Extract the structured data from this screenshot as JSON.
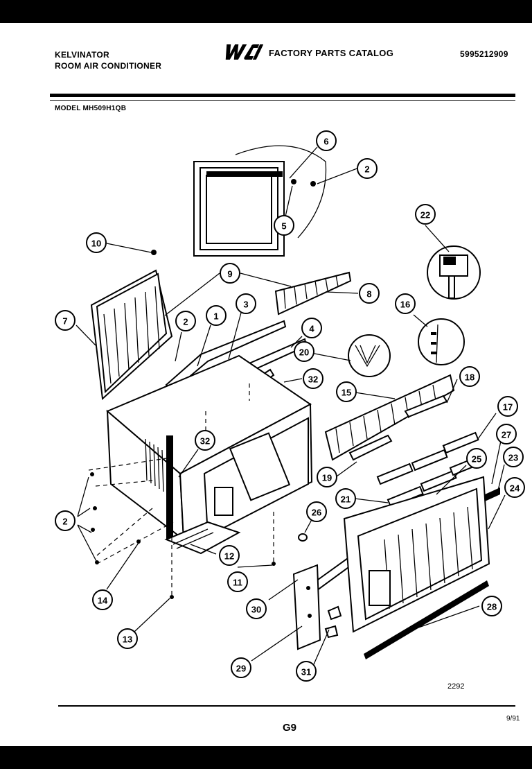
{
  "header": {
    "brand_line1": "KELVINATOR",
    "brand_line2": "ROOM AIR CONDITIONER",
    "logo_text": "WCI",
    "catalog_title": "FACTORY PARTS CATALOG",
    "catalog_number": "5995212909",
    "model": "MODEL MH509H1QB"
  },
  "diagram": {
    "callouts": [
      "6",
      "2",
      "5",
      "22",
      "10",
      "9",
      "8",
      "16",
      "7",
      "2",
      "1",
      "3",
      "4",
      "20",
      "32",
      "18",
      "15",
      "17",
      "32",
      "27",
      "23",
      "25",
      "19",
      "21",
      "24",
      "2",
      "26",
      "12",
      "11",
      "14",
      "30",
      "28",
      "13",
      "29",
      "31"
    ],
    "code": "2292"
  },
  "footer": {
    "page_code": "G9",
    "date": "9/91"
  }
}
